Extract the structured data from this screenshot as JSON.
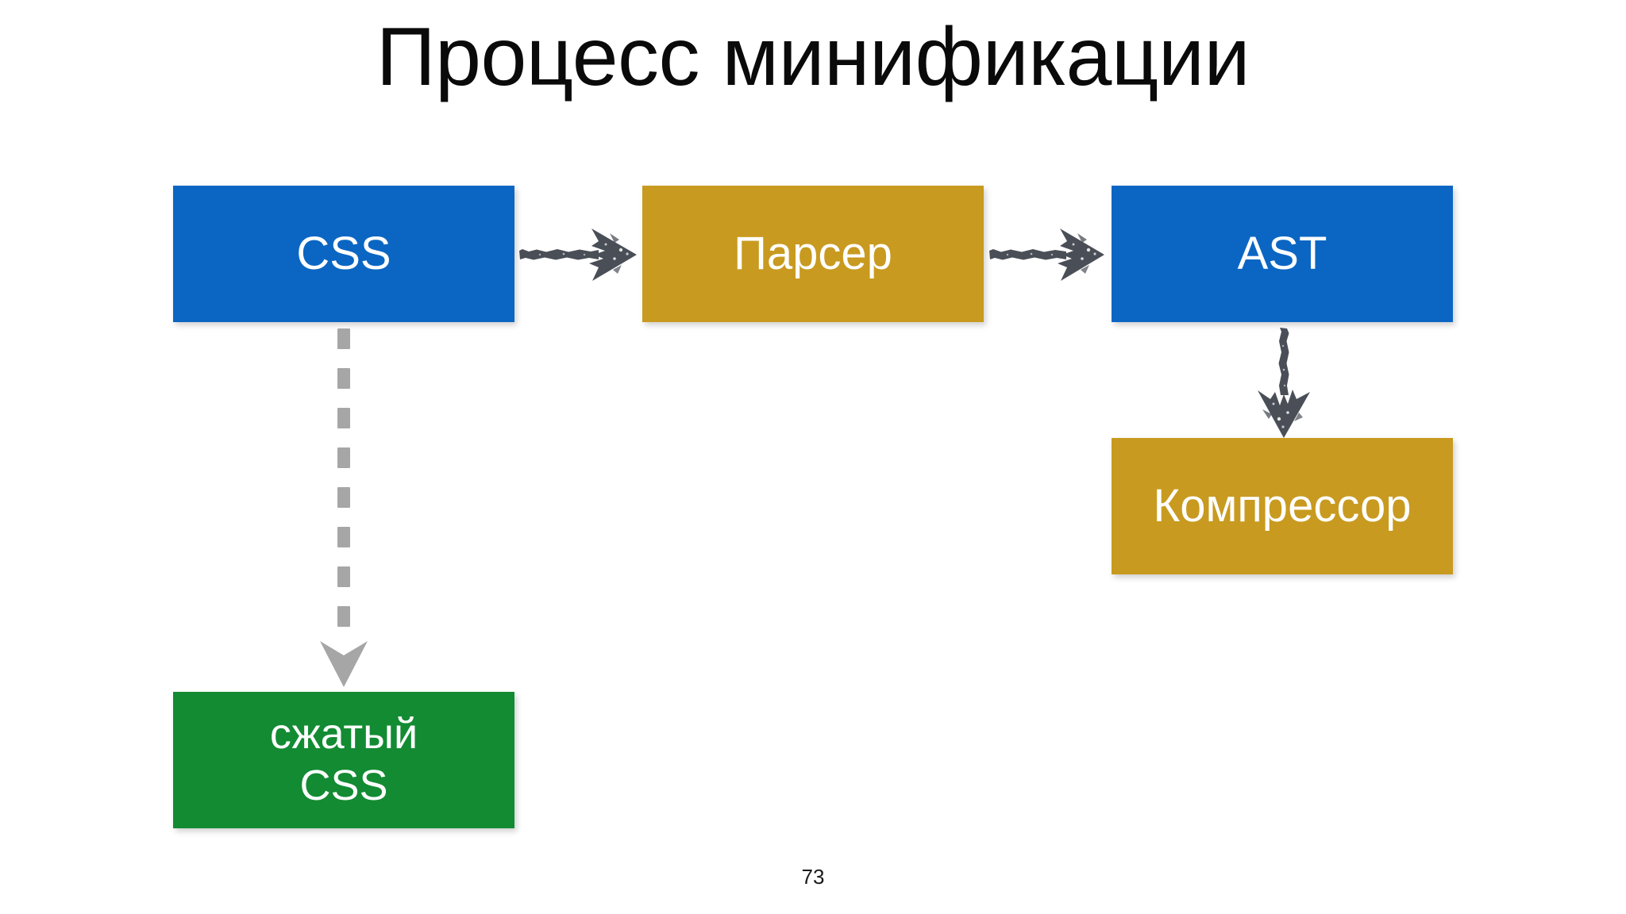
{
  "slide": {
    "title": "Процесс минификации",
    "page_number": "73",
    "background_color": "#FFFFFF"
  },
  "colors": {
    "blue": "#0B66C3",
    "gold": "#C89A1F",
    "green": "#138B33",
    "arrow_dark": "#4A4F57",
    "arrow_gray": "#A6A6A6",
    "text_on_box": "#FFFFFF",
    "title_text": "#0A0A0A"
  },
  "diagram": {
    "nodes": [
      {
        "id": "css",
        "label": "CSS",
        "color": "#0B66C3",
        "kind": "input"
      },
      {
        "id": "parser",
        "label": "Парсер",
        "color": "#C89A1F",
        "kind": "process"
      },
      {
        "id": "ast",
        "label": "AST",
        "color": "#0B66C3",
        "kind": "data"
      },
      {
        "id": "compressor",
        "label": "Компрессор",
        "color": "#C89A1F",
        "kind": "process"
      },
      {
        "id": "minified",
        "label": "сжатый\nCSS",
        "color": "#138B33",
        "kind": "output"
      }
    ],
    "edges": [
      {
        "id": "css-parser",
        "from": "css",
        "to": "parser",
        "style": "solid-sketch",
        "direction": "right",
        "color": "#4A4F57"
      },
      {
        "id": "parser-ast",
        "from": "parser",
        "to": "ast",
        "style": "solid-sketch",
        "direction": "right",
        "color": "#4A4F57"
      },
      {
        "id": "ast-compressor",
        "from": "ast",
        "to": "compressor",
        "style": "solid-sketch",
        "direction": "down",
        "color": "#4A4F57"
      },
      {
        "id": "css-minified",
        "from": "css",
        "to": "minified",
        "style": "dashed",
        "direction": "down",
        "color": "#A6A6A6"
      }
    ]
  }
}
